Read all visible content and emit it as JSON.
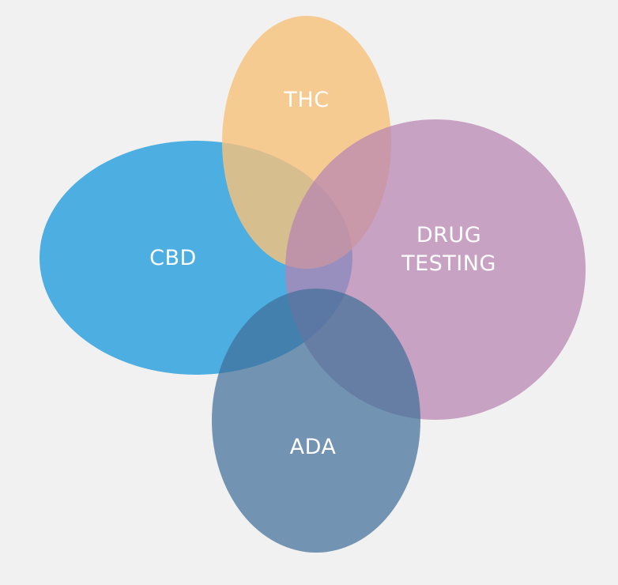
{
  "diagram": {
    "sets": [
      {
        "id": "cbd",
        "label": "CBD",
        "color": "#3fa9e0"
      },
      {
        "id": "thc",
        "label": "THC",
        "color": "#f6c27e"
      },
      {
        "id": "drug-testing",
        "label_lines": [
          "DRUG",
          "TESTING"
        ],
        "color": "#c096bd"
      },
      {
        "id": "ada",
        "label": "ADA",
        "color": "#5b84a6"
      }
    ],
    "background": "#f1f1f1",
    "label_color": "#ffffff"
  }
}
